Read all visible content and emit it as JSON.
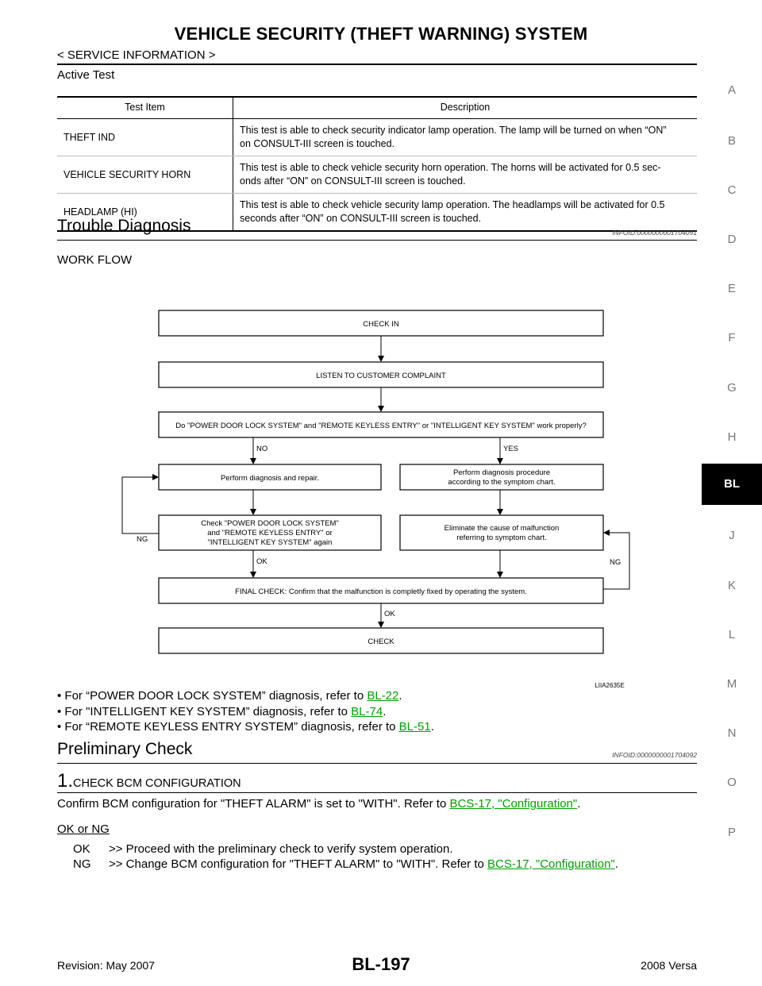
{
  "header": {
    "title": "VEHICLE SECURITY (THEFT WARNING) SYSTEM",
    "section": "< SERVICE INFORMATION >",
    "subheading": "Active Test"
  },
  "side_index": {
    "items": [
      "A",
      "B",
      "C",
      "D",
      "E",
      "F",
      "G",
      "H",
      "BL",
      "J",
      "K",
      "L",
      "M",
      "N",
      "O",
      "P"
    ],
    "active": "BL"
  },
  "active_test_table": {
    "headers": [
      "Test Item",
      "Description"
    ],
    "rows": [
      {
        "item": "THEFT IND",
        "desc1": "This test is able to check security indicator lamp operation. The lamp will be turned on when “ON”",
        "desc2": "on CONSULT-III screen is touched."
      },
      {
        "item": "VEHICLE SECURITY HORN",
        "desc1": "This test is able to check vehicle security horn operation. The horns will be activated for 0.5 sec-",
        "desc2": "onds after “ON” on CONSULT-III screen is touched."
      },
      {
        "item": "HEADLAMP (HI)",
        "desc1": "This test is able to check vehicle security lamp operation. The headlamps will be activated for 0.5",
        "desc2": "seconds after “ON” on CONSULT-III screen is touched."
      }
    ]
  },
  "trouble": {
    "title": "Trouble Diagnosis",
    "infoid": "INFOID:0000000001704091",
    "work_flow": "WORK FLOW"
  },
  "flowchart": {
    "check_in": "CHECK IN",
    "listen": "LISTEN TO CUSTOMER COMPLAINT",
    "question": "Do \"POWER DOOR LOCK SYSTEM\" and \"REMOTE KEYLESS ENTRY\" or \"INTELLIGENT KEY SYSTEM\" work properly?",
    "no": "NO",
    "yes": "YES",
    "perform_repair": "Perform diagnosis and repair.",
    "perform_proc_1": "Perform diagnosis procedure",
    "perform_proc_2": "according to the symptom chart.",
    "check_again_1": "Check \"POWER DOOR LOCK SYSTEM\"",
    "check_again_2": "and \"REMOTE KEYLESS ENTRY\" or",
    "check_again_3": "\"INTELLIGENT KEY SYSTEM\" again",
    "eliminate_1": "Eliminate the cause of malfunction",
    "eliminate_2": "referring to symptom chart.",
    "ng_left": "NG",
    "ng_right": "NG",
    "ok_1": "OK",
    "ok_2": "OK",
    "final_check": "FINAL CHECK: Confirm that the malfunction is completly fixed by operating the system.",
    "check": "CHECK",
    "figure_id": "LIIA2635E"
  },
  "bullets": [
    {
      "text": "For “POWER DOOR LOCK SYSTEM” diagnosis, refer to ",
      "link": "BL-22"
    },
    {
      "text": "For \"INTELLIGENT KEY SYSTEM” diagnosis, refer to ",
      "link": "BL-74"
    },
    {
      "text": "For “REMOTE KEYLESS ENTRY SYSTEM” diagnosis, refer to ",
      "link": "BL-51"
    }
  ],
  "preliminary": {
    "title": "Preliminary Check",
    "infoid": "INFOID:0000000001704092",
    "step_num": "1.",
    "step_title": "CHECK BCM CONFIGURATION",
    "confirm_text": "Confirm BCM configuration for \"THEFT ALARM\" is set to \"WITH\". Refer to ",
    "confirm_link": "BCS-17, \"Configuration\"",
    "ok_or_ng": "OK or NG",
    "ok_label": "OK",
    "ok_text": ">> Proceed with the preliminary check to verify system operation.",
    "ng_label": "NG",
    "ng_text": ">> Change BCM configuration for \"THEFT ALARM\" to \"WITH\". Refer to ",
    "ng_link": "BCS-17, \"Configuration\""
  },
  "footer": {
    "revision": "Revision: May 2007",
    "page": "BL-197",
    "model": "2008 Versa"
  },
  "colors": {
    "link": "#00a000"
  }
}
